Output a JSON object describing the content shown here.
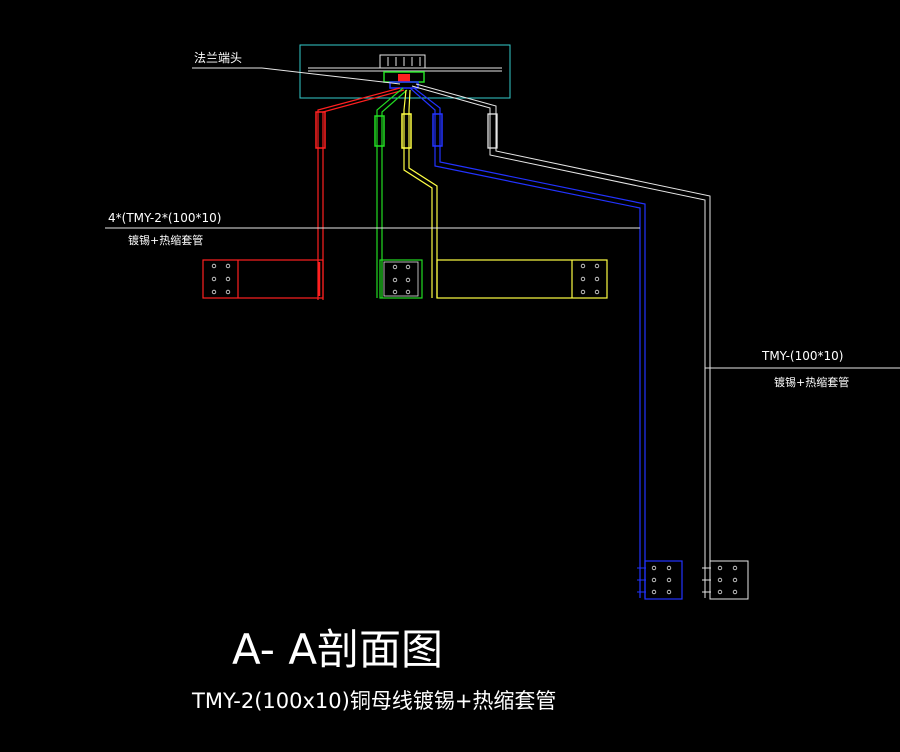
{
  "drawing": {
    "background": "#000000",
    "labels": {
      "flange_terminal": "法兰端头",
      "bus_group_spec": "4*(TMY-2*(100*10)",
      "bus_group_treatment": "镀锡+热缩套管",
      "single_bus_spec": "TMY-(100*10)",
      "single_bus_treatment": "镀锡+热缩套管",
      "section_title": "A- A剖面图",
      "section_subtitle": "TMY-2(100x10)铜母线镀锡+热缩套管"
    },
    "colors": {
      "red_phase": "#ff2020",
      "green_phase": "#22dd22",
      "yellow_phase": "#ffff44",
      "blue_phase": "#2233ff",
      "white_phase": "#e6e6e6",
      "enclosure": "#33cccc",
      "text": "#ffffff"
    }
  }
}
